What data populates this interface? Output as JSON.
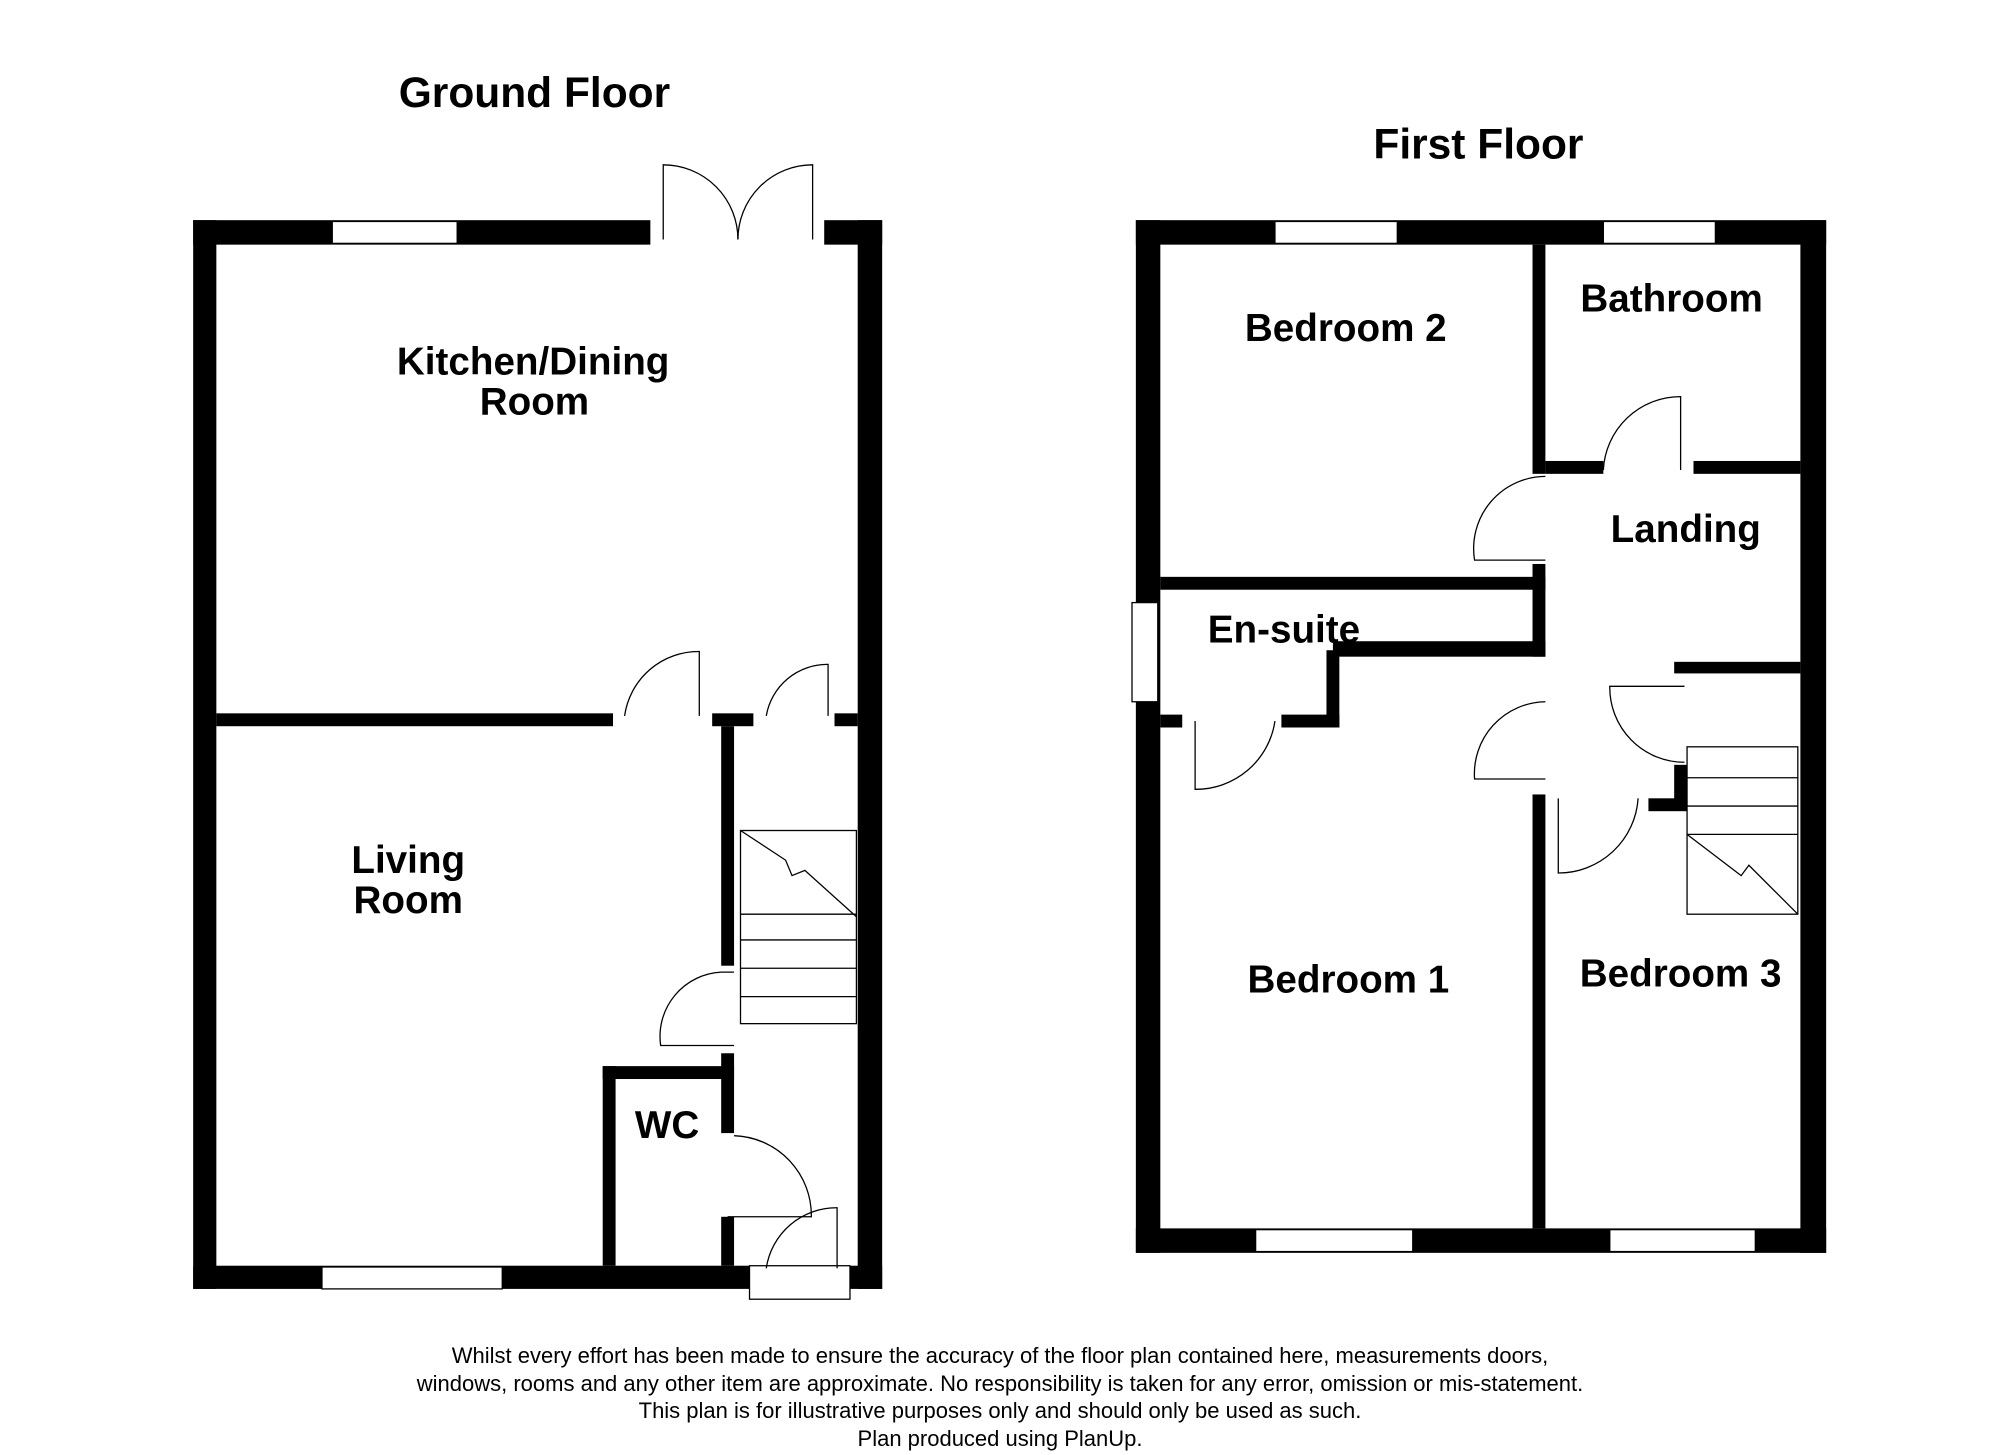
{
  "ground_floor": {
    "title": "Ground Floor",
    "rooms": {
      "kitchen_line1": "Kitchen/Dining",
      "kitchen_line2": "Room",
      "living_line1": "Living",
      "living_line2": "Room",
      "wc": "WC"
    }
  },
  "first_floor": {
    "title": "First Floor",
    "rooms": {
      "bedroom2": "Bedroom 2",
      "bathroom": "Bathroom",
      "landing": "Landing",
      "ensuite": "En-suite",
      "bedroom1": "Bedroom 1",
      "bedroom3": "Bedroom 3"
    }
  },
  "disclaimer": {
    "line1": "Whilst every effort has been made to ensure the accuracy of the floor plan contained here, measurements doors,",
    "line2": "windows, rooms and any other item are approximate. No responsibility is taken for any error, omission or mis-statement.",
    "line3": "This plan is for illustrative purposes only and should only be used as such.",
    "line4": "Plan produced using PlanUp."
  }
}
